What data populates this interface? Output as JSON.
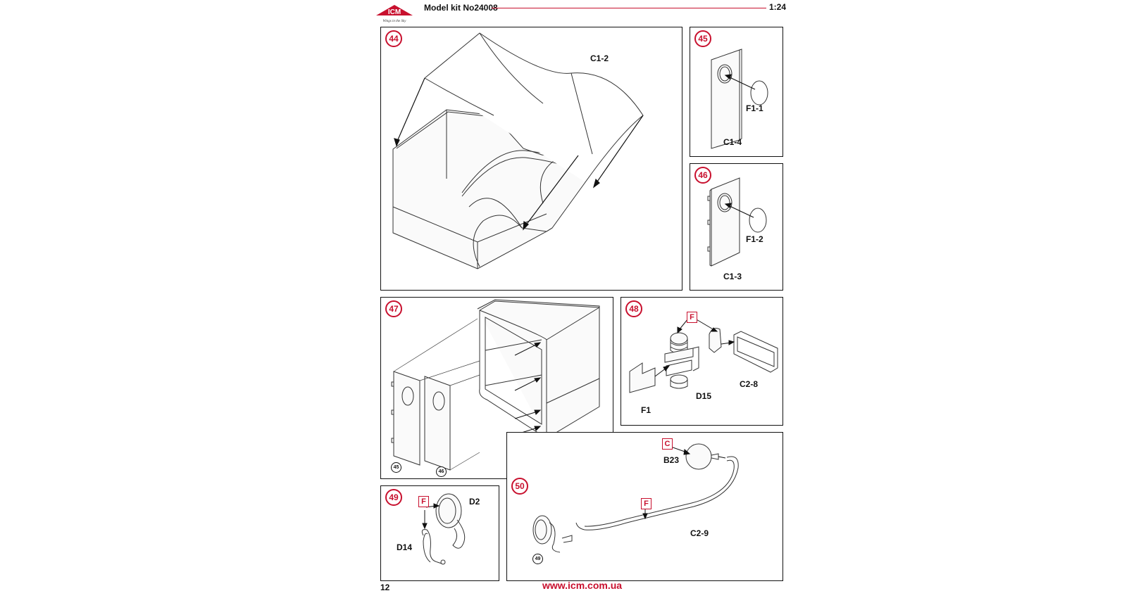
{
  "header": {
    "logo_text": "ICM",
    "logo_tagline": "Wings in the Sky",
    "kit": "Model kit No24008",
    "scale": "1:24"
  },
  "footer": {
    "page_number": "12",
    "url": "www.icm.com.ua"
  },
  "steps": {
    "s44": {
      "number": "44",
      "parts": {
        "a": "C1-2"
      }
    },
    "s45": {
      "number": "45",
      "parts": {
        "a": "F1-1",
        "b": "C1-4"
      }
    },
    "s46": {
      "number": "46",
      "parts": {
        "a": "F1-2",
        "b": "C1-3"
      }
    },
    "s47": {
      "number": "47",
      "refs": {
        "a": "45",
        "b": "46"
      }
    },
    "s48": {
      "number": "48",
      "paint": "F",
      "parts": {
        "a": "C2-8",
        "b": "D15",
        "c": "F1"
      }
    },
    "s49": {
      "number": "49",
      "paint": "F",
      "parts": {
        "a": "D2",
        "b": "D14"
      }
    },
    "s50": {
      "number": "50",
      "paint_a": "C",
      "paint_b": "F",
      "ref": "49",
      "parts": {
        "a": "B23",
        "b": "C2-9"
      }
    }
  }
}
